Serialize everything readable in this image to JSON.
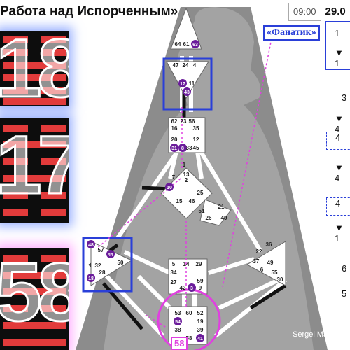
{
  "title": "Работа над Испорченным»",
  "time": "09:00",
  "date": "29.0",
  "annotation": "«Фанатик»",
  "signature": "Sergei Mavlato",
  "highlight_gate": "58",
  "cards": [
    {
      "label": "18",
      "glow": "blue"
    },
    {
      "label": "17",
      "glow": "blue"
    },
    {
      "label": "58",
      "glow": "pink"
    }
  ],
  "side_list": [
    {
      "text": "1",
      "marker": ""
    },
    {
      "text": "▼ 1",
      "marker": "▼"
    },
    {
      "text": "3",
      "marker": ""
    },
    {
      "text": "▼ 4",
      "marker": "▼"
    },
    {
      "text": "4",
      "marker": ""
    },
    {
      "text": "▼ 4",
      "marker": "▼"
    },
    {
      "text": "4",
      "marker": ""
    },
    {
      "text": "▼ 1",
      "marker": "▼"
    },
    {
      "text": "6",
      "marker": ""
    },
    {
      "text": "5",
      "marker": ""
    }
  ],
  "gates": {
    "head": [
      "64",
      "61",
      "63"
    ],
    "ajna": [
      "47",
      "24",
      "4",
      "17",
      "11",
      "43"
    ],
    "throat": [
      "62",
      "23",
      "56",
      "16",
      "35",
      "20",
      "12",
      "31",
      "8",
      "33",
      "45"
    ],
    "g": [
      "1",
      "13",
      "7",
      "2",
      "10",
      "25",
      "15",
      "46"
    ],
    "ego": [
      "21",
      "26",
      "51",
      "40"
    ],
    "spleen": [
      "48",
      "57",
      "44",
      "50",
      "32",
      "28",
      "18"
    ],
    "sp": [
      "36",
      "22",
      "37",
      "6",
      "49",
      "55",
      "30"
    ],
    "sacral": [
      "5",
      "14",
      "29",
      "34",
      "27",
      "42",
      "3",
      "9",
      "59"
    ],
    "root": [
      "53",
      "60",
      "52",
      "54",
      "19",
      "38",
      "39",
      "58",
      "41"
    ]
  },
  "colors": {
    "accent": "#2a3fd8",
    "activation": "#6a1b9a",
    "highlight": "#e040e0",
    "card_red": "#e23b3b"
  }
}
